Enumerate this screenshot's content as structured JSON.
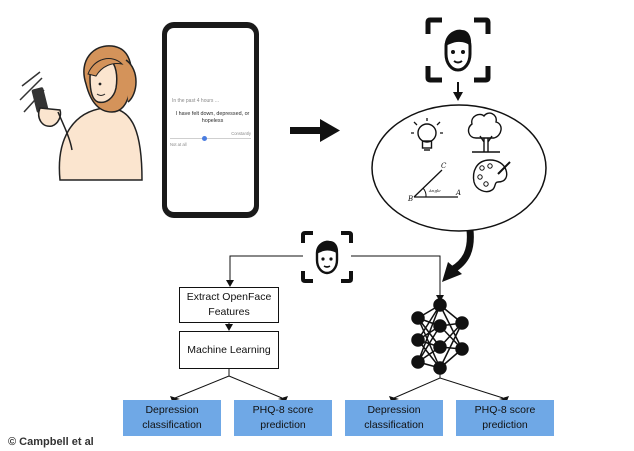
{
  "phone": {
    "question_header": "In the past 4 hours ...",
    "question_text": "I have felt down, depressed, or hopeless",
    "scale_right_label": "Constantly",
    "scale_left_label": "Not at all",
    "slider_level": 0.42,
    "accent_color": "#4a7de0"
  },
  "stimuli": {
    "angle_labels": {
      "a": "A",
      "b": "B",
      "c": "C",
      "angle": "Angle"
    }
  },
  "pipeline_left": {
    "step_1": "Extract OpenFace Features",
    "step_2": "Machine Learning"
  },
  "outputs": [
    {
      "label": "Depression classification"
    },
    {
      "label": "PHQ-8 score prediction"
    },
    {
      "label": "Depression classification"
    },
    {
      "label": "PHQ-8 score prediction"
    }
  ],
  "output_color": "#6fa8e6",
  "credit": "© Campbell et al",
  "icons": [
    "person-with-phone-illustration",
    "face-scan-icon",
    "lightbulb-icon",
    "tree-icon",
    "angle-icon",
    "palette-icon",
    "neural-network-icon"
  ]
}
